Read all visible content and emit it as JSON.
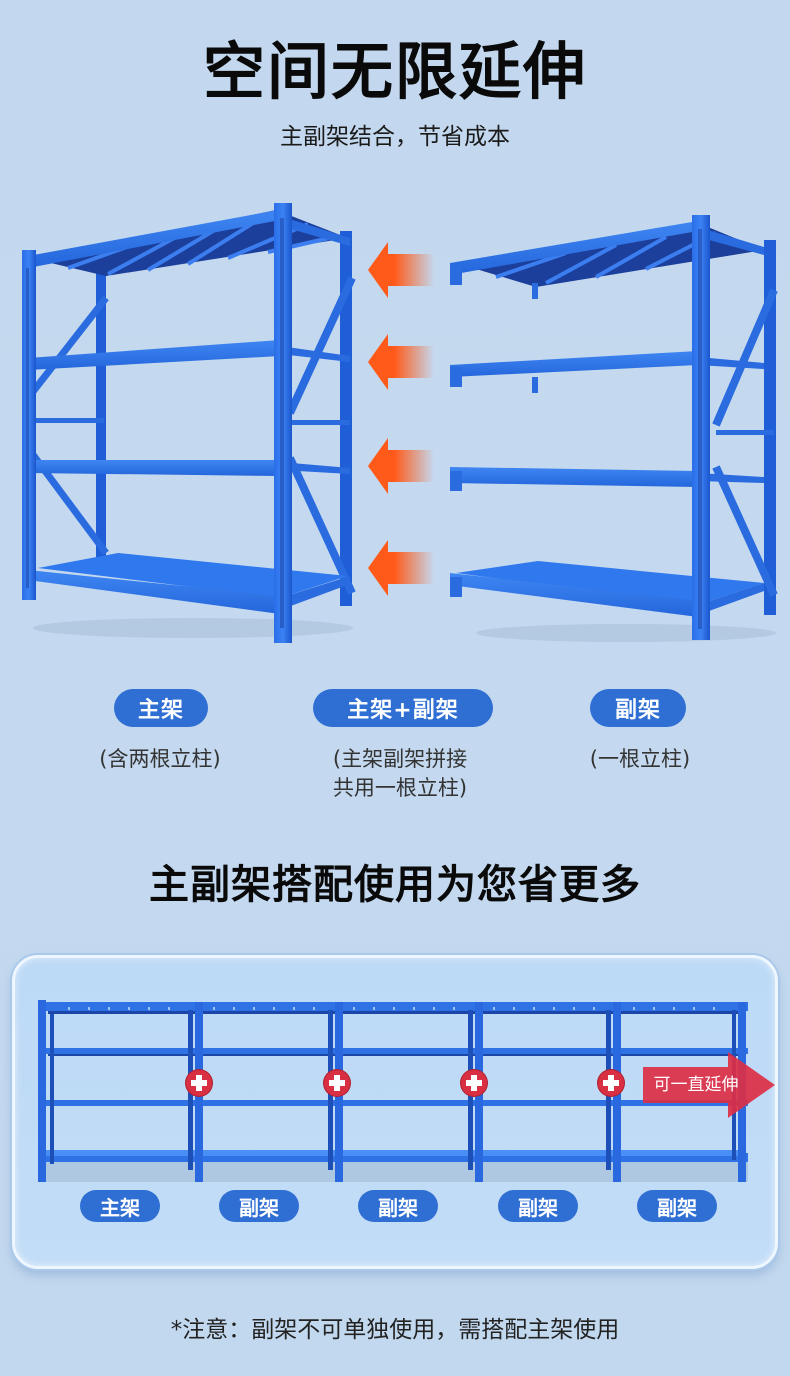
{
  "header": {
    "title": "空间无限延伸",
    "subtitle": "主副架结合，节省成本"
  },
  "comparison": {
    "items": [
      {
        "badge": "主架",
        "caption_lines": [
          "(含两根立柱)"
        ]
      },
      {
        "badge": "主架+副架",
        "caption_lines": [
          "(主架副架拼接",
          "共用一根立柱)"
        ]
      },
      {
        "badge": "副架",
        "caption_lines": [
          "(一根立柱)"
        ]
      }
    ],
    "arrow_count": 4,
    "arrow_color": "#ff5a1a"
  },
  "combo_section": {
    "title": "主副架搭配使用为您省更多",
    "extend_label": "可一直延伸",
    "units": [
      "主架",
      "副架",
      "副架",
      "副架",
      "副架"
    ],
    "plus_icon_color": "#d83042",
    "extend_arrow_color": "#dc2f45"
  },
  "note": "*注意：副架不可单独使用，需搭配主架使用",
  "colors": {
    "background": "#c3d8ee",
    "badge": "#2f6fd3",
    "rack_blue": "#1f5fd8"
  }
}
